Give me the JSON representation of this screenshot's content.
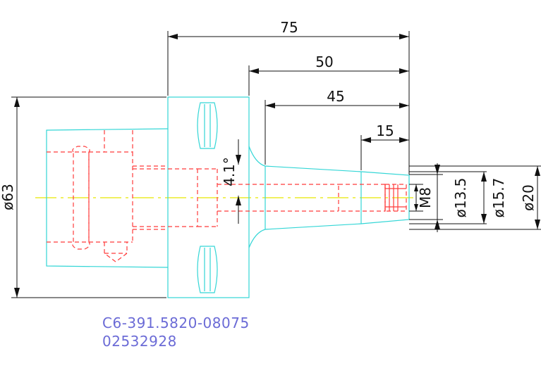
{
  "dimensions": {
    "overall_length": "75",
    "length_50": "50",
    "length_45": "45",
    "length_15": "15",
    "diameter_63": "ø63",
    "angle": "4.1°",
    "thread": "M8",
    "diameter_13_5": "ø13.5",
    "diameter_15_7": "ø15.7",
    "diameter_20": "ø20"
  },
  "part_number": "C6-391.5820-08075",
  "item_number": "02532928",
  "colors": {
    "outline": "#33d6d6",
    "hidden": "#ff3b3b",
    "centerline": "#e8e800",
    "dimension": "#111111",
    "reference_text": "#6b6bd6"
  }
}
